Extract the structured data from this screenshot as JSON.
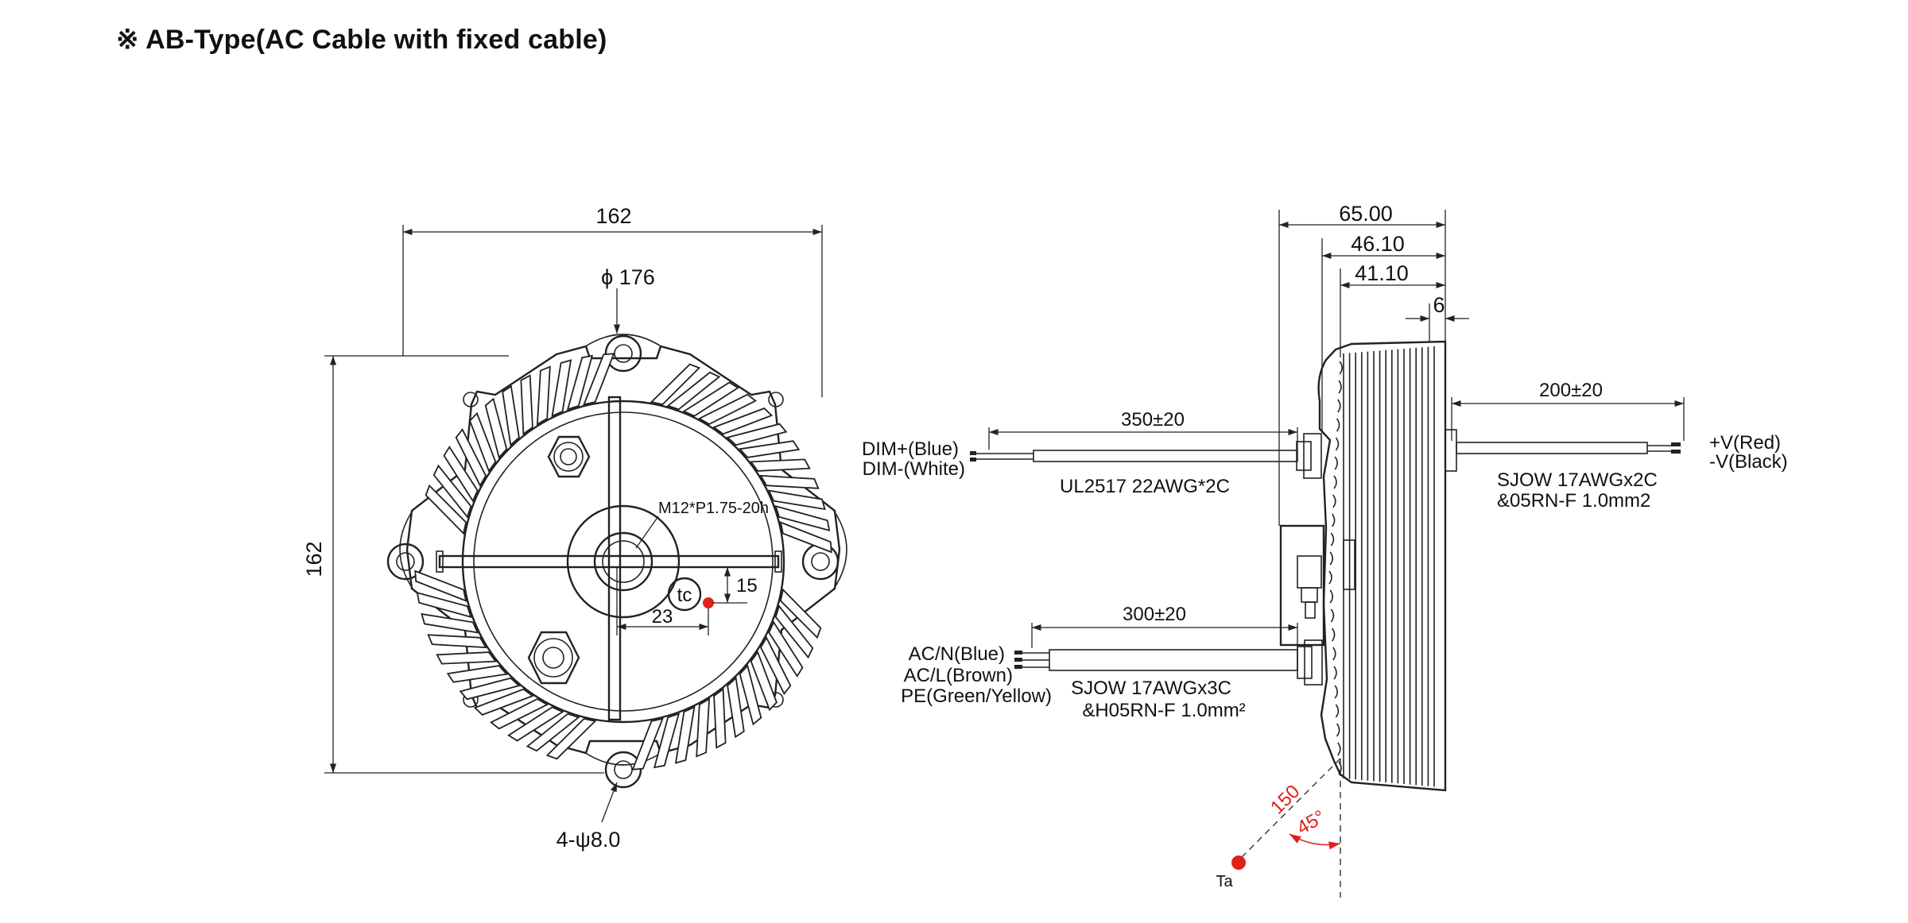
{
  "title": "※ AB-Type(AC Cable with fixed cable)",
  "front_view": {
    "dim_width": "162",
    "dim_height": "162",
    "dim_diameter": "ϕ 176",
    "dim_holes": "4-ψ8.0",
    "thread_label": "M12*P1.75-20h",
    "tc_label": "tc",
    "dim_tc_x": "23",
    "dim_tc_y": "15"
  },
  "side_view": {
    "dim_65": "65.00",
    "dim_46": "46.10",
    "dim_41": "41.10",
    "dim_6": "6",
    "dim_dim_cable": "350±20",
    "dim_ac_cable": "300±20",
    "dim_out_cable": "200±20",
    "dim_plus": "DIM+(Blue)",
    "dim_minus": "DIM-(White)",
    "dim_cable_spec": "UL2517 22AWG*2C",
    "ac_n": "AC/N(Blue)",
    "ac_l": "AC/L(Brown)",
    "pe": "PE(Green/Yellow)",
    "ac_spec_1": "SJOW 17AWGx3C",
    "ac_spec_2": "&H05RN-F 1.0mm²",
    "v_plus": "+V(Red)",
    "v_minus": "-V(Black)",
    "out_spec_1": "SJOW 17AWGx2C",
    "out_spec_2": "&05RN-F 1.0mm2",
    "ta_distance": "150",
    "ta_angle": "45°",
    "ta_label": "Ta"
  },
  "colors": {
    "line": "#222222",
    "accent_red": "#e0211b",
    "background": "#ffffff"
  }
}
